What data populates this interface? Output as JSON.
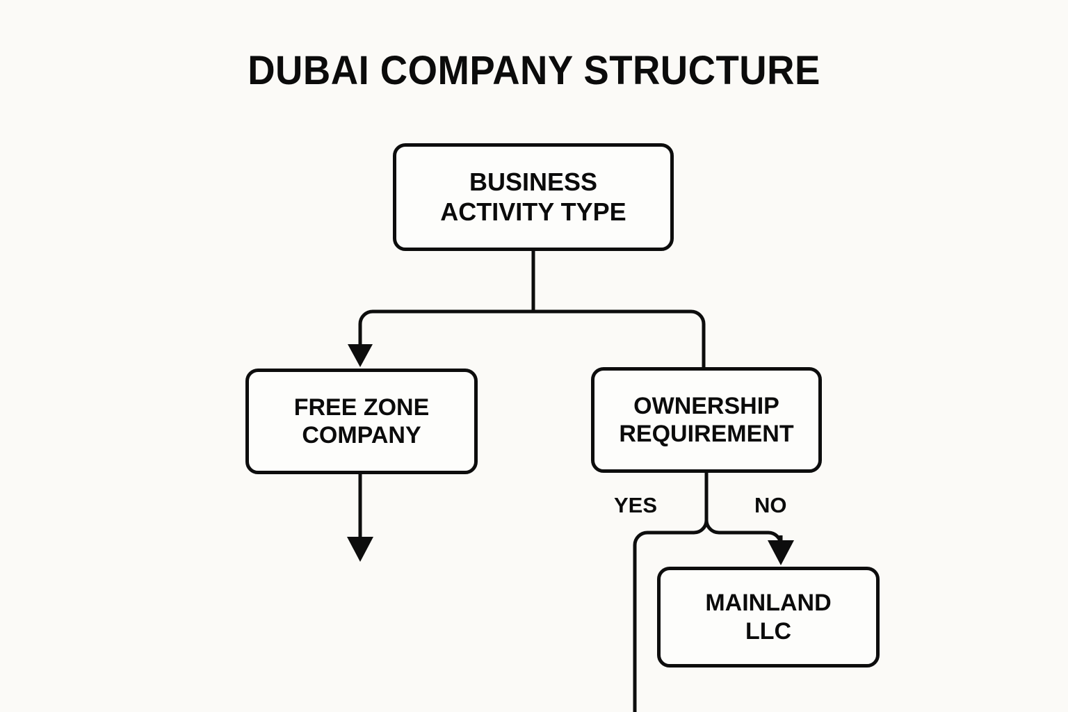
{
  "page": {
    "title": "DUBAI COMPANY STRUCTURE",
    "background_color": "#fbfaf7",
    "ink_color": "#0d0d0d"
  },
  "diagram": {
    "type": "flowchart",
    "orientation": "top-down",
    "nodes": [
      {
        "id": "business-activity-type",
        "line1": "BUSINESS",
        "line2": "ACTIVITY TYPE",
        "shape": "rounded-rectangle"
      },
      {
        "id": "free-zone-company",
        "line1": "FREE ZONE",
        "line2": "COMPANY",
        "shape": "rounded-rectangle"
      },
      {
        "id": "ownership-requirement",
        "line1": "OWNERSHIP",
        "line2": "REQUIREMENT",
        "shape": "rounded-rectangle"
      },
      {
        "id": "mainland-llc",
        "line1": "MAINLAND",
        "line2": "LLC",
        "shape": "rounded-rectangle"
      }
    ],
    "edges": [
      {
        "id": "business-to-free-zone",
        "from": "business-activity-type",
        "to": "free-zone-company",
        "label": "",
        "arrowhead": true
      },
      {
        "id": "business-to-ownership",
        "from": "business-activity-type",
        "to": "ownership-requirement",
        "label": "",
        "arrowhead": false
      },
      {
        "id": "free-zone-continues",
        "from": "free-zone-company",
        "to": "",
        "label": "",
        "arrowhead": true
      },
      {
        "id": "ownership-yes",
        "from": "ownership-requirement",
        "to": "",
        "label": "YES",
        "arrowhead": false
      },
      {
        "id": "ownership-no",
        "from": "ownership-requirement",
        "to": "mainland-llc",
        "label": "NO",
        "arrowhead": true
      }
    ],
    "branch_labels": {
      "yes": "YES",
      "no": "NO"
    }
  }
}
